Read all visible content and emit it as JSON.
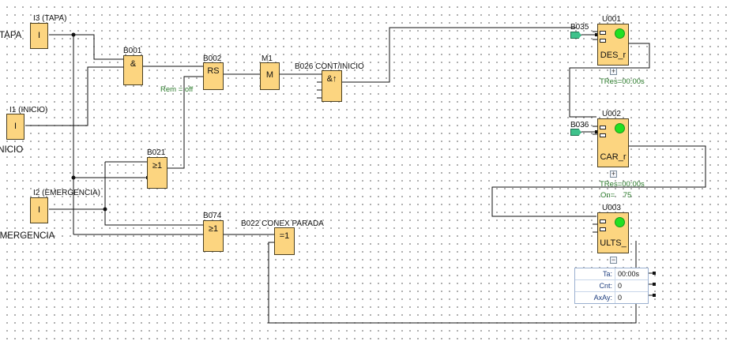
{
  "inputs": {
    "i3": {
      "name": "I3 (TAPA)",
      "side": "TAPA",
      "symbol": "I"
    },
    "i1": {
      "name": "I1 (INICIO)",
      "side": "INICIO",
      "symbol": "I"
    },
    "i2": {
      "name": "I2 (EMERGENCIA)",
      "side": "EMERGENCIA",
      "symbol": "I"
    }
  },
  "blocks": {
    "b001": {
      "name": "B001",
      "symbol": "&"
    },
    "b002": {
      "name": "B002",
      "symbol": "RS",
      "rem": "Rem = off"
    },
    "m1": {
      "name": "M1",
      "symbol": "M"
    },
    "b026": {
      "name": "B026 CONT/INICIO",
      "symbol": "&↑"
    },
    "b021": {
      "name": "B021",
      "symbol": "≥1"
    },
    "b074": {
      "name": "B074",
      "symbol": "≥1"
    },
    "b022": {
      "name": "B022 CONEX PARADA",
      "symbol": "=1"
    }
  },
  "udfs": {
    "u001": {
      "name": "U001",
      "label": "DES_r",
      "flag": "B035",
      "tres": "TRes=00:00s",
      "expand": "+"
    },
    "u002": {
      "name": "U002",
      "label": "CAR_r",
      "flag": "B036",
      "tres": "TRes=00:00s",
      "on": "On=    75",
      "expand": "+"
    },
    "u003": {
      "name": "U003",
      "label": "ULTS_",
      "expand": "−"
    }
  },
  "params": [
    {
      "key": "Ta:",
      "value": "00:00s"
    },
    {
      "key": "Cnt:",
      "value": "0"
    },
    {
      "key": "AxAy:",
      "value": "0"
    }
  ],
  "colors": {
    "block_fill": "#fcd580",
    "led": "#22e022",
    "flag": "#3fc28c",
    "param_text": "#1f3f7f"
  }
}
